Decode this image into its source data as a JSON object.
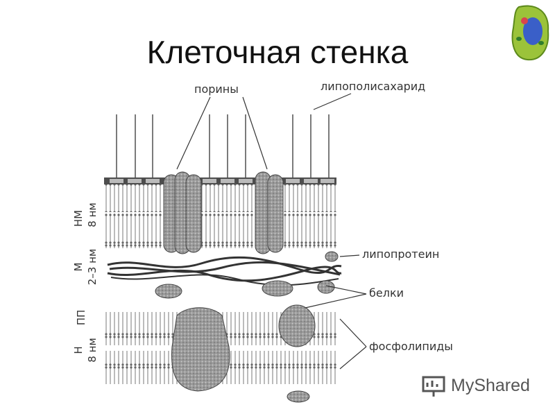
{
  "title": "Клеточная стенка",
  "labels": {
    "porins": "порины",
    "lipopolysaccharide": "липополисахарид",
    "lipoprotein": "липопротеин",
    "proteins": "белки",
    "phospholipids": "фосфолипиды"
  },
  "side_labels": {
    "outer_membrane": "НМ",
    "outer_thickness": "8 нм",
    "murein": "М",
    "murein_thickness": "2–3 нм",
    "periplasm": "ПП",
    "inner_membrane": "Н",
    "inner_thickness": "8 нм"
  },
  "watermark": "MyShared",
  "icons": {
    "corner": "plant-cell-icon",
    "watermark": "presentation-board-icon"
  }
}
